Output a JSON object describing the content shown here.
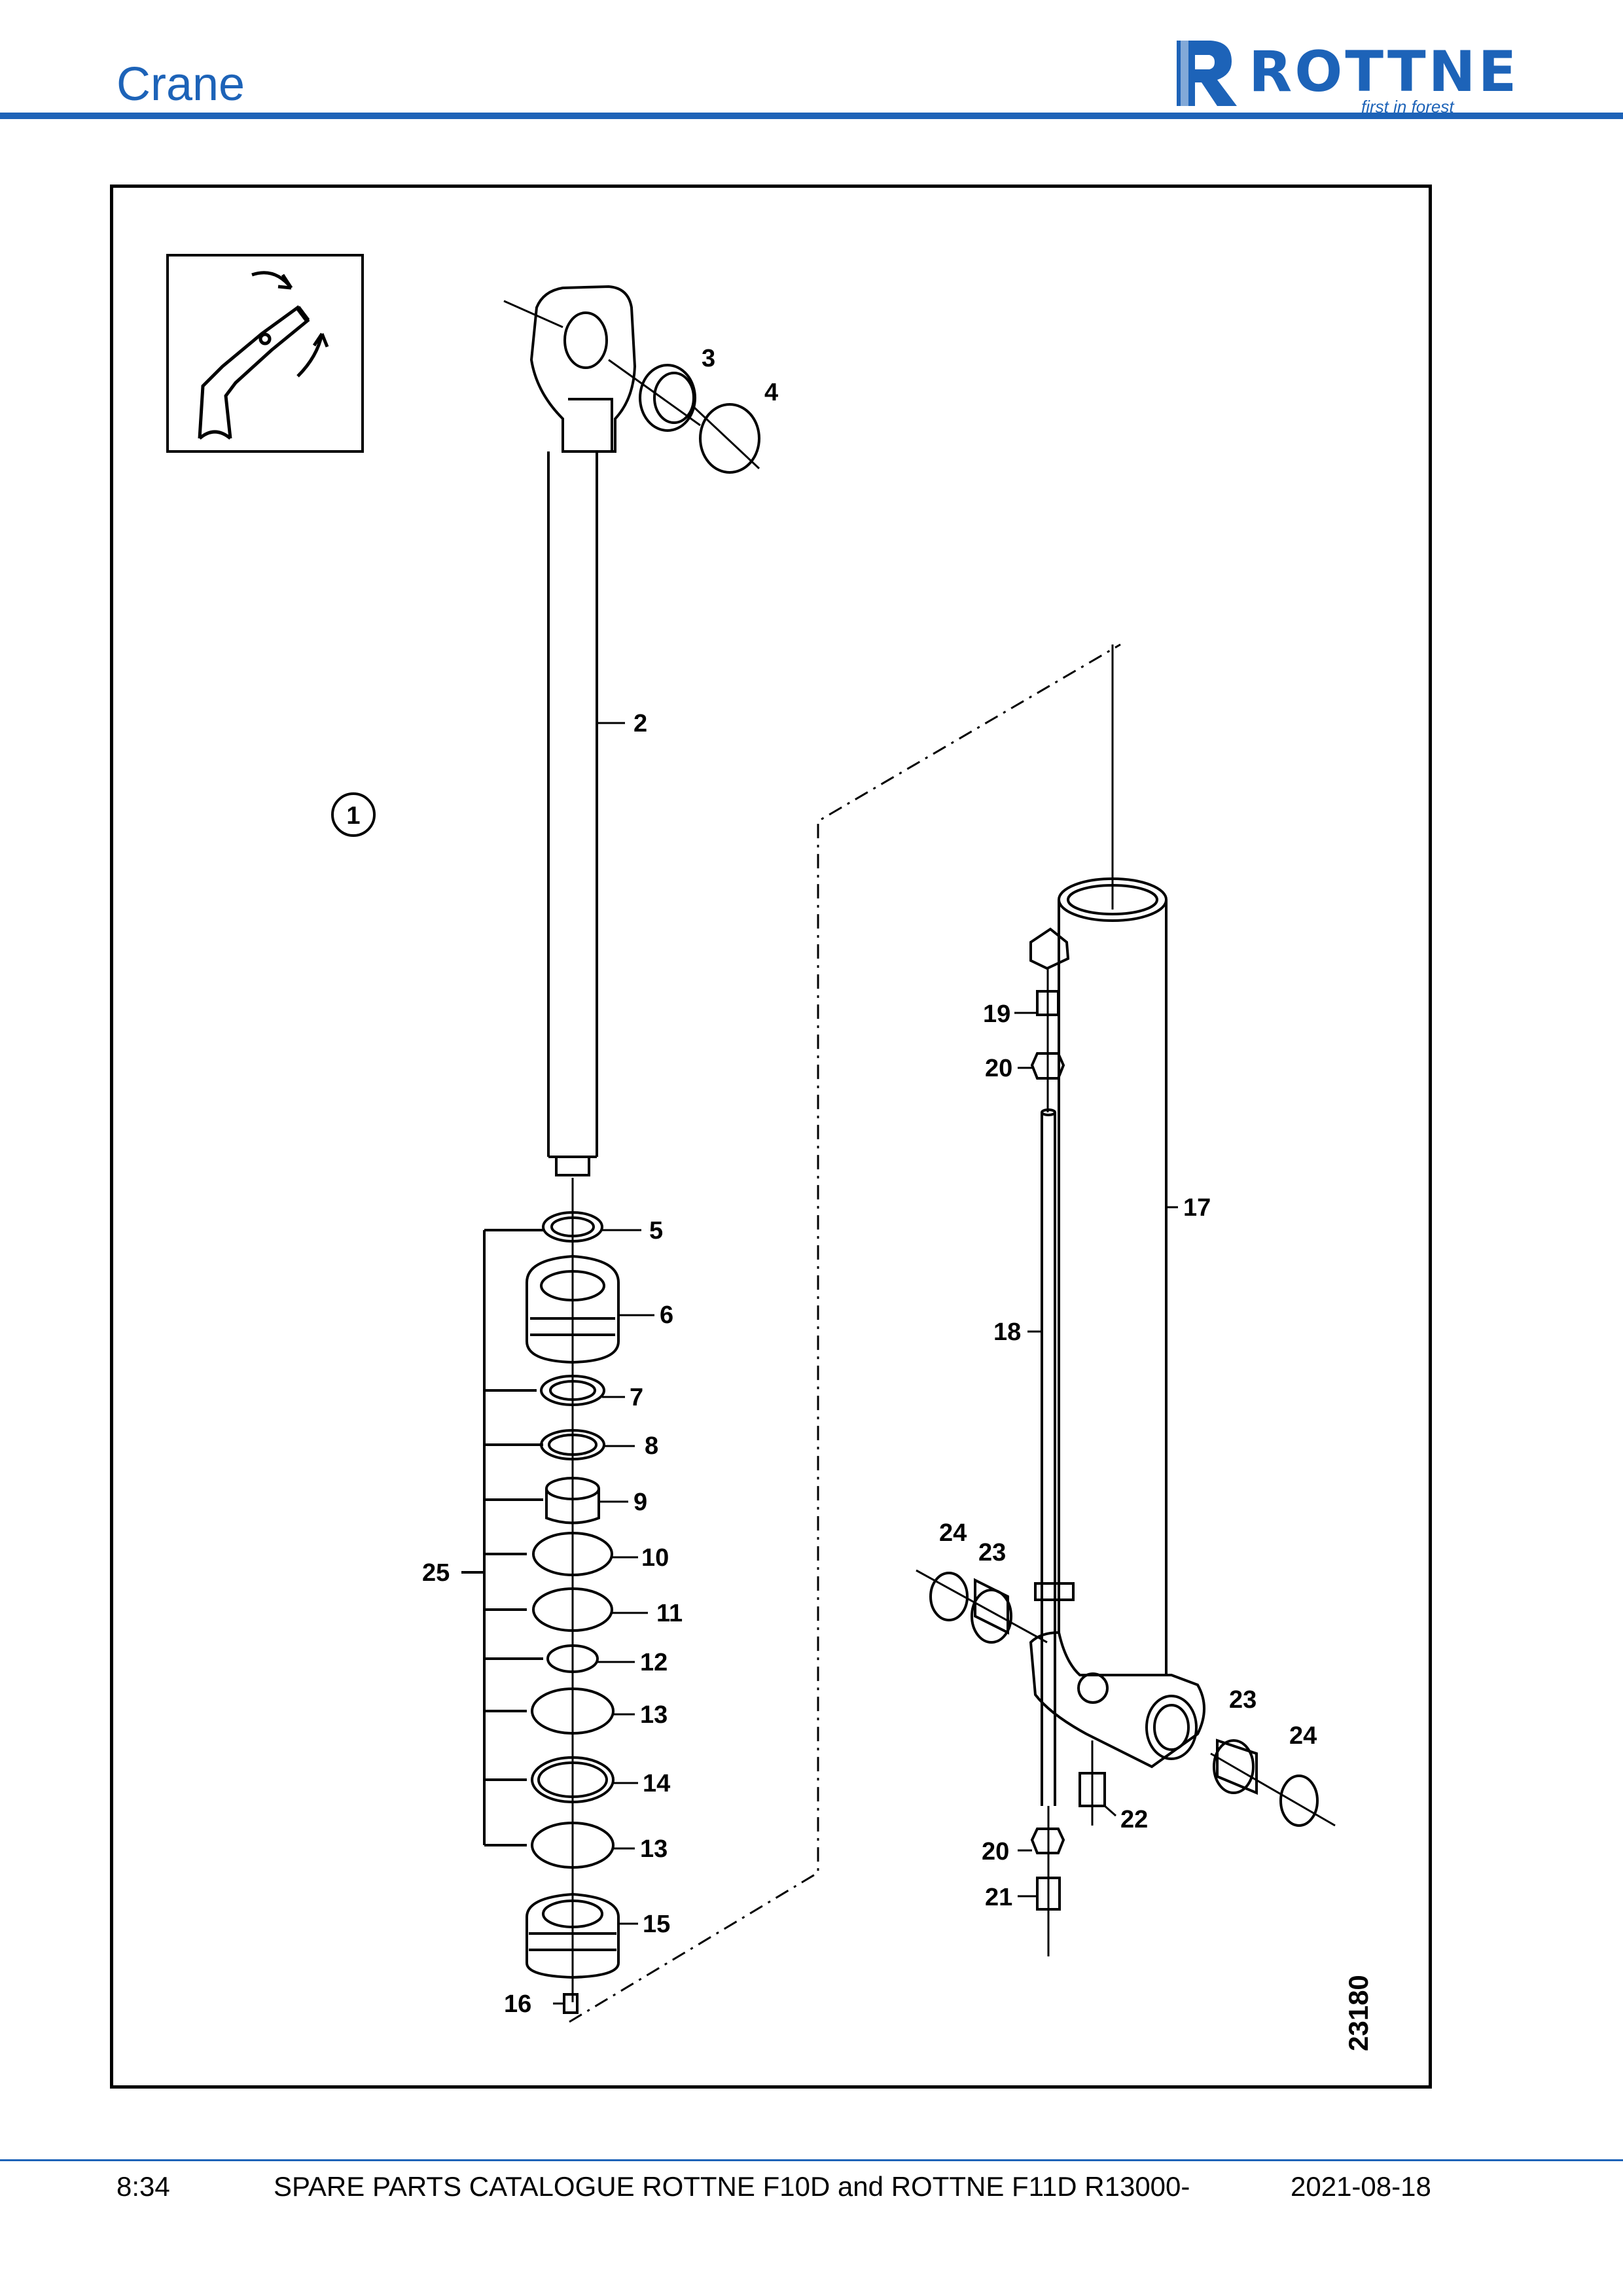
{
  "header": {
    "section": "Crane",
    "brand": "ROTTNE",
    "tagline": "first in forest"
  },
  "figure": {
    "assembly_callout": "1",
    "drawing_number": "23180",
    "callouts": [
      "2",
      "3",
      "4",
      "5",
      "6",
      "7",
      "8",
      "9",
      "10",
      "11",
      "12",
      "13",
      "14",
      "13",
      "15",
      "16",
      "17",
      "18",
      "19",
      "20",
      "20",
      "21",
      "22",
      "23",
      "23",
      "24",
      "24",
      "25"
    ]
  },
  "footer": {
    "page": "8:34",
    "title": "SPARE PARTS CATALOGUE ROTTNE F10D and ROTTNE F11D R13000-",
    "date": "2021-08-18"
  },
  "colors": {
    "brand_blue": "#1d63b8"
  }
}
